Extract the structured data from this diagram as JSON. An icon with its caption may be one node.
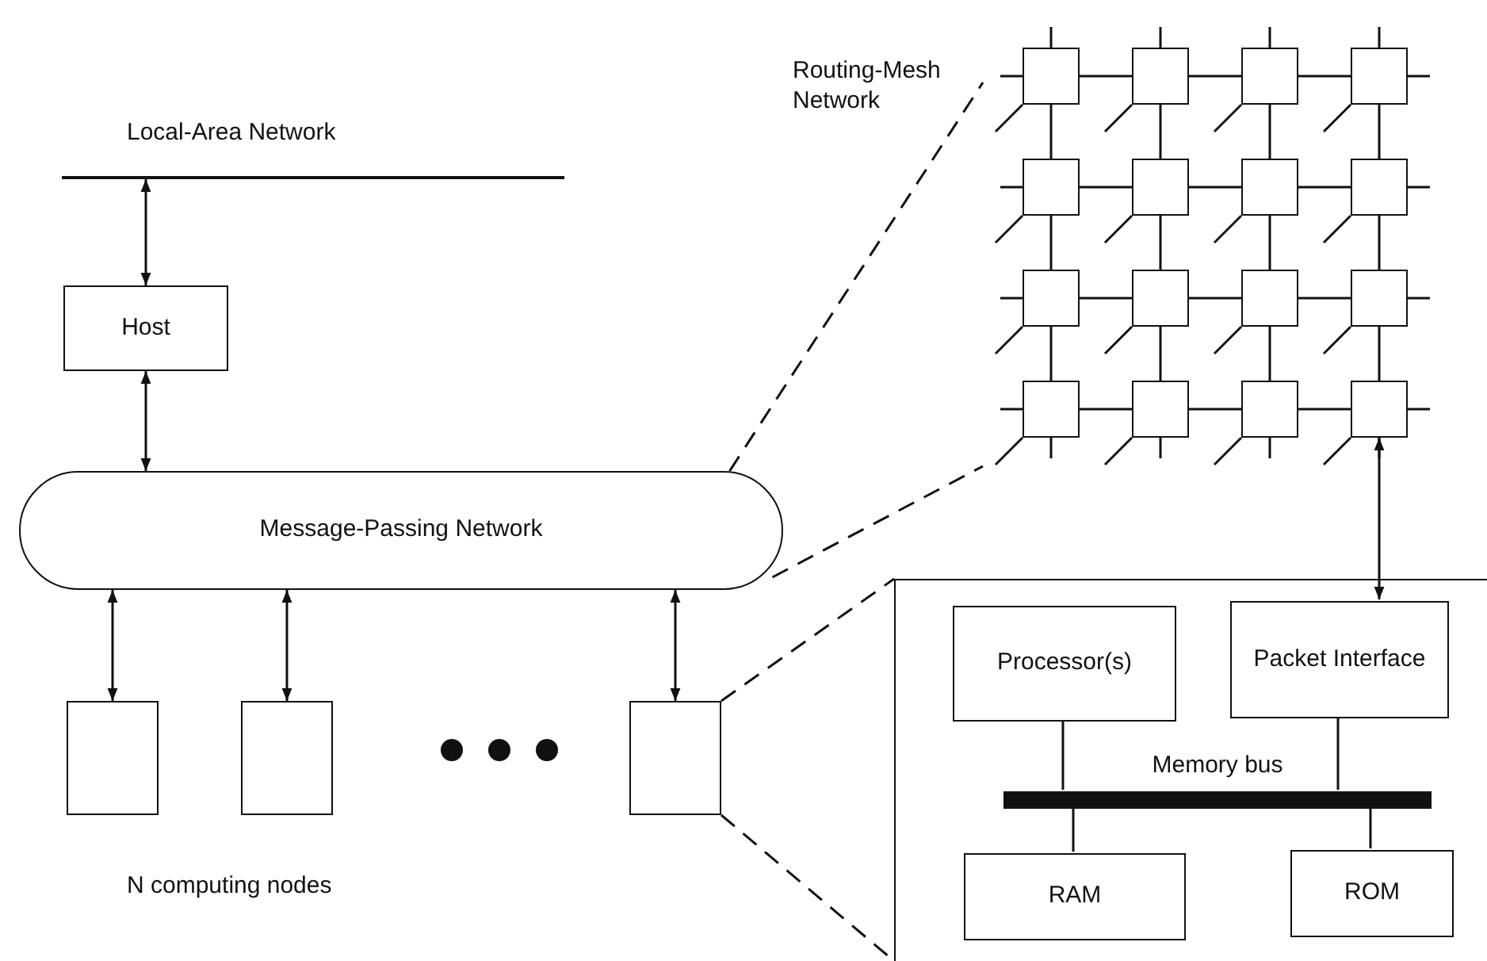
{
  "diagram": {
    "nodes": [
      {
        "text": [
          "Local-Area Network"
        ]
      },
      {
        "text": [
          "Host"
        ]
      },
      {
        "text": [
          "Message-Passing Network"
        ]
      },
      {
        "text": [],
        "shape": "box"
      },
      {
        "text": [],
        "shape": "box"
      },
      {
        "text": [],
        "shape": "box"
      },
      {
        "text": [
          "Routing-Mesh Network"
        ]
      },
      {
        "text": [],
        "shape": "box",
        "in": 6
      },
      {
        "text": [],
        "shape": "box",
        "in": 6
      },
      {
        "text": [],
        "shape": "box",
        "in": 6
      },
      {
        "text": [],
        "shape": "box",
        "in": 6
      },
      {
        "text": [],
        "shape": "box",
        "in": 6
      },
      {
        "text": [],
        "shape": "box",
        "in": 6
      },
      {
        "text": [],
        "shape": "box",
        "in": 6
      },
      {
        "text": [],
        "shape": "box",
        "in": 6
      },
      {
        "text": [],
        "shape": "box",
        "in": 6
      },
      {
        "text": [],
        "shape": "box",
        "in": 6
      },
      {
        "text": [],
        "shape": "box",
        "in": 6
      },
      {
        "text": [],
        "shape": "box",
        "in": 6
      },
      {
        "text": [],
        "shape": "box",
        "in": 6
      },
      {
        "text": [],
        "shape": "box",
        "in": 6
      },
      {
        "text": [],
        "shape": "box",
        "in": 6
      },
      {
        "text": [],
        "shape": "box",
        "in": 6
      },
      {
        "text": [],
        "shape": "box"
      },
      {
        "text": [
          "Processor(s)"
        ],
        "in": 23
      },
      {
        "text": [
          "Packet Interface"
        ],
        "in": 23
      },
      {
        "text": [
          "Memory bus"
        ],
        "in": 23
      },
      {
        "text": [
          "RAM"
        ],
        "in": 23
      },
      {
        "text": [
          "ROM"
        ],
        "in": 23
      }
    ],
    "edges": [
      {
        "from": 0,
        "to": 1,
        "arrow": "both"
      },
      {
        "from": 1,
        "to": 2,
        "arrow": "both"
      },
      {
        "from": 2,
        "to": 3,
        "arrow": "both"
      },
      {
        "from": 2,
        "to": 4,
        "arrow": "both"
      },
      {
        "from": 2,
        "to": 5,
        "arrow": "both"
      },
      {
        "from": 2,
        "to": 6,
        "arrow": "none",
        "style": "dashed"
      },
      {
        "from": 2,
        "to": 6,
        "arrow": "none",
        "style": "dashed"
      },
      {
        "from": 5,
        "to": 23,
        "arrow": "none",
        "style": "dashed"
      },
      {
        "from": 5,
        "to": 23,
        "arrow": "none",
        "style": "dashed"
      },
      {
        "from": 7,
        "to": 8,
        "arrow": "none"
      },
      {
        "from": 8,
        "to": 9,
        "arrow": "none"
      },
      {
        "from": 9,
        "to": 10,
        "arrow": "none"
      },
      {
        "from": 11,
        "to": 12,
        "arrow": "none"
      },
      {
        "from": 12,
        "to": 13,
        "arrow": "none"
      },
      {
        "from": 13,
        "to": 14,
        "arrow": "none"
      },
      {
        "from": 15,
        "to": 16,
        "arrow": "none"
      },
      {
        "from": 16,
        "to": 17,
        "arrow": "none"
      },
      {
        "from": 17,
        "to": 18,
        "arrow": "none"
      },
      {
        "from": 19,
        "to": 20,
        "arrow": "none"
      },
      {
        "from": 20,
        "to": 21,
        "arrow": "none"
      },
      {
        "from": 21,
        "to": 22,
        "arrow": "none"
      },
      {
        "from": 7,
        "to": 11,
        "arrow": "none"
      },
      {
        "from": 8,
        "to": 12,
        "arrow": "none"
      },
      {
        "from": 9,
        "to": 13,
        "arrow": "none"
      },
      {
        "from": 10,
        "to": 14,
        "arrow": "none"
      },
      {
        "from": 11,
        "to": 15,
        "arrow": "none"
      },
      {
        "from": 12,
        "to": 16,
        "arrow": "none"
      },
      {
        "from": 13,
        "to": 17,
        "arrow": "none"
      },
      {
        "from": 14,
        "to": 18,
        "arrow": "none"
      },
      {
        "from": 15,
        "to": 19,
        "arrow": "none"
      },
      {
        "from": 16,
        "to": 20,
        "arrow": "none"
      },
      {
        "from": 17,
        "to": 21,
        "arrow": "none"
      },
      {
        "from": 18,
        "to": 22,
        "arrow": "none"
      },
      {
        "from": 22,
        "to": 25,
        "arrow": "both"
      },
      {
        "from": 24,
        "to": 26,
        "arrow": "none"
      },
      {
        "from": 25,
        "to": 26,
        "arrow": "none"
      },
      {
        "from": 26,
        "to": 27,
        "arrow": "none"
      },
      {
        "from": 26,
        "to": 28,
        "arrow": "none"
      }
    ],
    "labels": [
      "N computing nodes"
    ]
  }
}
